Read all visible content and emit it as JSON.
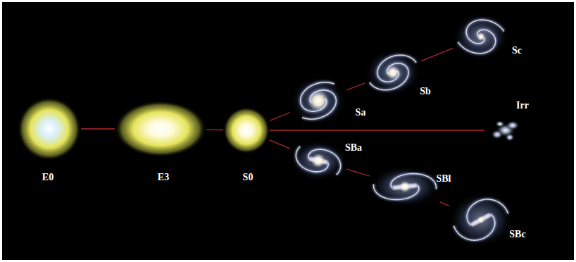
{
  "diagram": {
    "nodes": [
      {
        "text": [
          "E0"
        ]
      },
      {
        "text": [
          "E3"
        ]
      },
      {
        "text": [
          "S0"
        ]
      },
      {
        "text": [
          "Sa"
        ]
      },
      {
        "text": [
          "Sb"
        ]
      },
      {
        "text": [
          "Sc"
        ]
      },
      {
        "text": [
          "Irr"
        ]
      },
      {
        "text": [
          "SBa"
        ]
      },
      {
        "text": [
          "SBl"
        ]
      },
      {
        "text": [
          "SBc"
        ]
      }
    ],
    "edges": [
      {
        "from": 0,
        "to": 1,
        "arrow": "none"
      },
      {
        "from": 1,
        "to": 2,
        "arrow": "none"
      },
      {
        "from": 2,
        "to": 3,
        "arrow": "none"
      },
      {
        "from": 3,
        "to": 4,
        "arrow": "none"
      },
      {
        "from": 4,
        "to": 5,
        "arrow": "none"
      },
      {
        "from": 2,
        "to": 6,
        "arrow": "none"
      },
      {
        "from": 2,
        "to": 7,
        "arrow": "none"
      },
      {
        "from": 7,
        "to": 8,
        "arrow": "none"
      },
      {
        "from": 8,
        "to": 9,
        "arrow": "none"
      }
    ]
  }
}
